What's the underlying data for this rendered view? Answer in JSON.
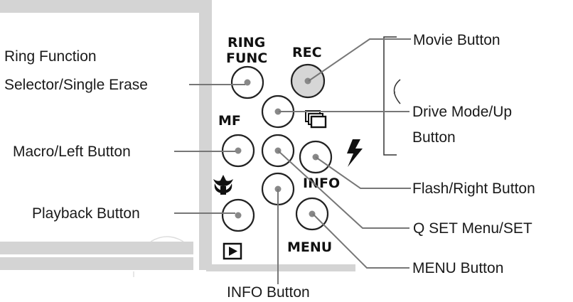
{
  "button_markings": {
    "ring_func_line1": "RING",
    "ring_func_line2": "FUNC",
    "rec": "REC",
    "mf": "MF",
    "info": "INFO",
    "menu": "MENU"
  },
  "icons": {
    "drive_mode": "drive-mode-stack-icon",
    "flash": "flash-bolt-icon",
    "macro": "macro-flower-icon",
    "playback": "playback-triangle-icon"
  },
  "callouts": {
    "ring_function_line1": "Ring Function",
    "ring_function_line2": "Selector/Single Erase",
    "movie": "Movie Button",
    "drive_mode_line1": "Drive Mode/Up",
    "drive_mode_line2": "Button",
    "macro_left": "Macro/Left Button",
    "flash_right": "Flash/Right Button",
    "playback": "Playback Button",
    "q_set": "Q SET Menu/SET",
    "menu": "MENU Button",
    "info": "INFO Button"
  },
  "colors": {
    "frame_gray": "#d4d4d4",
    "rec_button_fill": "#d6d6d6",
    "leader_line": "#777777"
  }
}
